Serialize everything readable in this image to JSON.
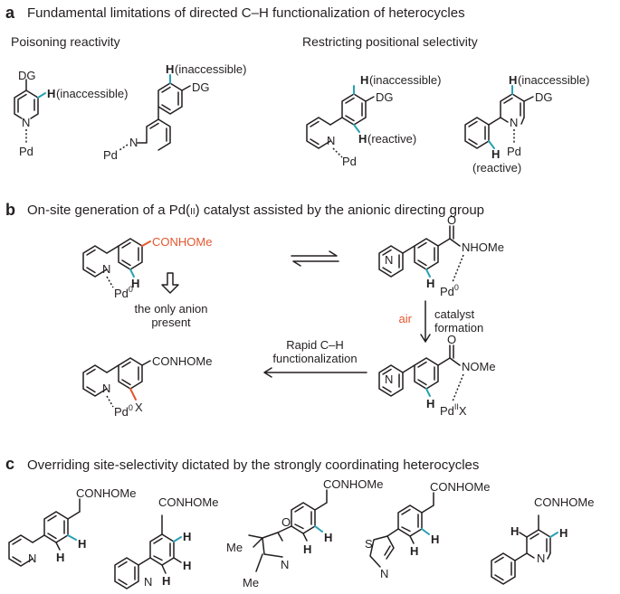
{
  "colors": {
    "ink": "#231f20",
    "highlight": "#2aa0b4",
    "accent": "#e4572e"
  },
  "panel_a": {
    "letter": "a",
    "title": "Fundamental limitations of directed C–H functionalization of heterocycles",
    "left_label": "Poisoning reactivity",
    "right_label": "Restricting positional selectivity",
    "s1": {
      "dg": "DG",
      "h": "H",
      "h_note": "(inaccessible)",
      "n": "N",
      "pd": "Pd"
    },
    "s2": {
      "dg": "DG",
      "h": "H",
      "h_note": "(inaccessible)",
      "n": "N",
      "pd": "Pd"
    },
    "s3": {
      "dg": "DG",
      "h_top": "H",
      "h_top_note": "(inaccessible)",
      "h_bot": "H",
      "h_bot_note": "(reactive)",
      "n": "N",
      "pd": "Pd"
    },
    "s4": {
      "dg": "DG",
      "h_top": "H",
      "h_top_note": "(inaccessible)",
      "h_bot": "H",
      "n": "N",
      "pd": "Pd",
      "reactive_note": "(reactive)"
    }
  },
  "panel_b": {
    "letter": "b",
    "title_pre": "On-site generation of a Pd(",
    "title_ox": "II",
    "title_post": ") catalyst assisted by the anionic directing group",
    "m1": {
      "group": "CONHOMe",
      "n": "N",
      "pd": "Pd",
      "pd_sup": "0",
      "h": "H"
    },
    "m2": {
      "o": "O",
      "nh": "NHOMe",
      "n": "N",
      "pd": "Pd",
      "pd_sup": "0",
      "h": "H"
    },
    "m3": {
      "o": "O",
      "no": "NOMe",
      "n": "N",
      "pd": "Pd",
      "pd_sup": "II",
      "x": "X",
      "h": "H"
    },
    "m4": {
      "group": "CONHOMe",
      "n": "N",
      "pd": "Pd",
      "pd_sup": "0",
      "x": "X"
    },
    "anion_note": [
      "the only anion",
      "present"
    ],
    "air": "air",
    "catalyst": [
      "catalyst",
      "formation"
    ],
    "rapid": [
      "Rapid C–H",
      "functionalization"
    ]
  },
  "panel_c": {
    "letter": "c",
    "title": "Overriding site-selectivity dictated by the strongly coordinating heterocycles",
    "group": "CONHOMe",
    "h": "H",
    "n": "N",
    "o": "O",
    "s": "S",
    "me": "Me"
  }
}
